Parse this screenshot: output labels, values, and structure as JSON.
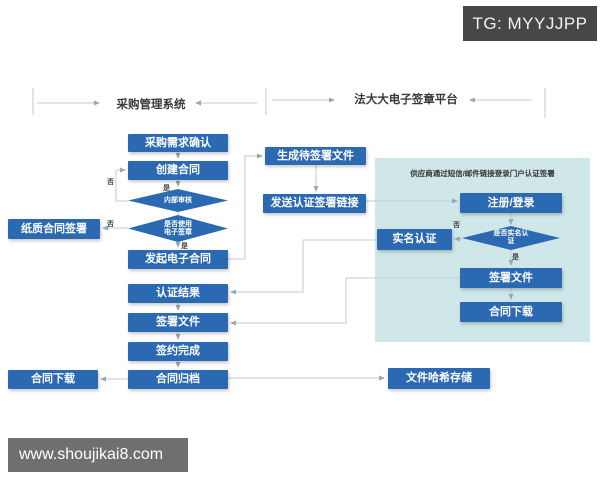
{
  "badge": {
    "text": "TG: MYYJJPP"
  },
  "watermark": {
    "text": "www.shoujikai8.com"
  },
  "headers": {
    "left_system": "采购管理系统",
    "right_system": "法大大电子签章平台"
  },
  "labels": {
    "yes": "是",
    "no": "否"
  },
  "left_flow": {
    "demand_confirm": "采购需求确认",
    "create_contract": "创建合同",
    "internal_review": "内部审核",
    "use_esign_line1": "是否使用",
    "use_esign_line2": "电子签章",
    "paper_sign": "纸质合同签署",
    "initiate_econtract": "发起电子合同",
    "auth_result": "认证结果",
    "sign_doc": "签署文件",
    "sign_complete": "签约完成",
    "archive": "合同归档",
    "download": "合同下载"
  },
  "middle_flow": {
    "generate_doc": "生成待签署文件",
    "send_link": "发送认证签署链接"
  },
  "panel": {
    "title": "供应商通过短信/邮件链接登录门户认证签署",
    "register_login": "注册/登录",
    "realname_check_line1": "是否实名认",
    "realname_check_line2": "证",
    "realname_auth": "实名认证",
    "sign_doc": "签署文件",
    "download": "合同下载"
  },
  "bottom": {
    "hash_store": "文件哈希存储"
  },
  "colors": {
    "node_blue": "#2b6ab3",
    "panel_bg": "#cfe7e8",
    "badge_bg": "#474747",
    "watermark_bg": "#6f6f6f",
    "connector": "#c3cbd2",
    "node_text": "#ffffff"
  }
}
